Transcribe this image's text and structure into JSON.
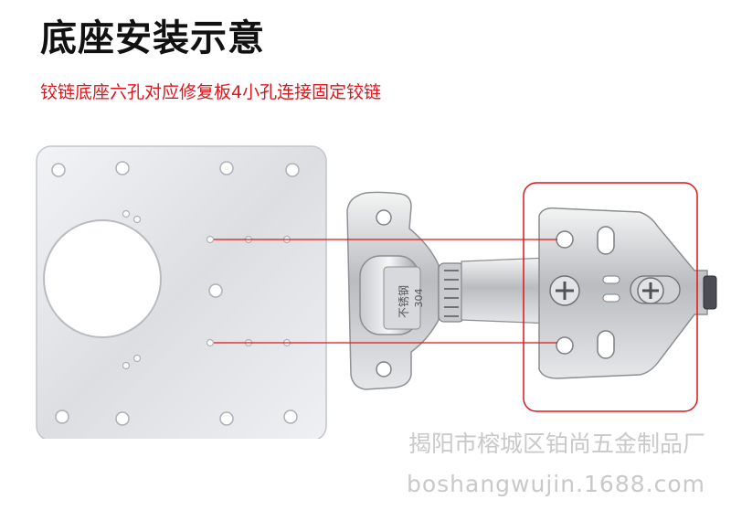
{
  "header": {
    "title": "底座安装示意",
    "subtitle": "铰链底座六孔对应修复板4小孔连接固定铰链"
  },
  "hinge": {
    "stamp_text": "不锈钢",
    "stamp_number": "304"
  },
  "watermark": {
    "company": "揭阳市榕城区铂尚五金制品厂",
    "url": "boshangwujin.1688.com"
  },
  "colors": {
    "accent_red": "#e0141b",
    "title": "#111111",
    "watermark": "#c9c9c9"
  }
}
